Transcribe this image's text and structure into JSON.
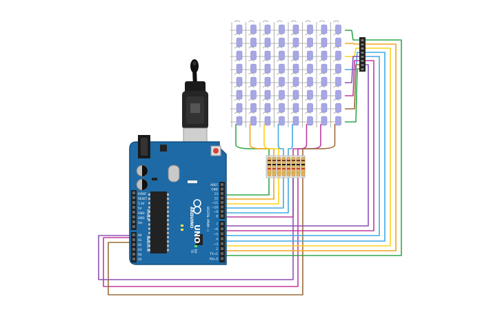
{
  "board": {
    "name": "UNO",
    "brand": "ARDUINO",
    "section_power": "POWER",
    "section_analog": "ANALOG IN",
    "section_digital": "DIGITAL (PWM ~)",
    "power_pins": [
      "IOREF",
      "RESET",
      "3.3V",
      "5V",
      "GND",
      "GND",
      "Vin"
    ],
    "analog_pins": [
      "A0",
      "A1",
      "A2",
      "A3",
      "A4",
      "A5"
    ],
    "digital_top": [
      "AREF",
      "GND",
      "13",
      "12",
      "~11",
      "~10",
      "~9",
      "8"
    ],
    "digital_bottom": [
      "7",
      "~6",
      "~5",
      "4",
      "~3",
      "2",
      "TX→1",
      "RX←0"
    ],
    "tx_label": "TX",
    "rx_label": "RX"
  },
  "matrix": {
    "rows": 8,
    "cols": 8,
    "led_color": "#a7a7e6"
  },
  "resistor_array": {
    "count": 8
  },
  "header": {
    "pins": 8
  },
  "wire_colors": [
    "#2ea84a",
    "#f2a51a",
    "#ffd21c",
    "#3fa9e0",
    "#8b4fb3",
    "#c0399c",
    "#9b6a3a",
    "#2ea84a"
  ],
  "colors": {
    "board": "#1d6aa6",
    "board_edge": "#15507f",
    "header": "#222222"
  }
}
